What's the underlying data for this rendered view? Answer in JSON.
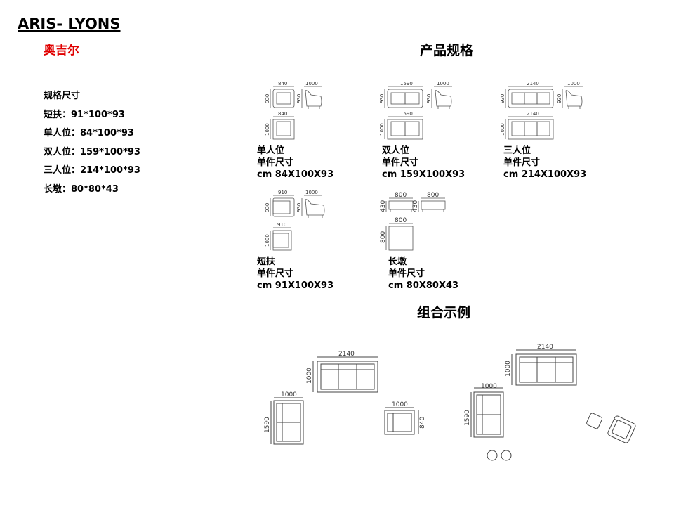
{
  "header": {
    "brand": "ARIS- LYONS",
    "brand_cn": "奥吉尔",
    "brand_cn_color": "#e00000"
  },
  "spec_list": [
    "规格尺寸",
    "短扶：91*100*93",
    "单人位：84*100*93",
    "双人位：159*100*93",
    "三人位：214*100*93",
    "长墩：80*80*43"
  ],
  "titles": {
    "specs": "产品规格",
    "combo": "组合示例"
  },
  "items": [
    {
      "name": "单人位",
      "label": "单件尺寸",
      "size": "cm 84X100X93",
      "w": "840",
      "d": "1000",
      "h": "930"
    },
    {
      "name": "双人位",
      "label": "单件尺寸",
      "size": "cm 159X100X93",
      "w": "1590",
      "d": "1000",
      "h": "930"
    },
    {
      "name": "三人位",
      "label": "单件尺寸",
      "size": "cm 214X100X93",
      "w": "2140",
      "d": "1000",
      "h": "930"
    },
    {
      "name": "短扶",
      "label": "单件尺寸",
      "size": "cm 91X100X93",
      "w": "910",
      "d": "1000",
      "h": "930"
    },
    {
      "name": "长墩",
      "label": "单件尺寸",
      "size": "cm 80X80X43",
      "w": "800",
      "d": "800",
      "h": "430"
    }
  ],
  "combo_dims": {
    "sofa3_w": "2140",
    "sofa3_d": "1000",
    "sofa2_w": "1000",
    "sofa2_l": "1590",
    "ottoman_w": "1000",
    "ottoman_d": "840"
  }
}
